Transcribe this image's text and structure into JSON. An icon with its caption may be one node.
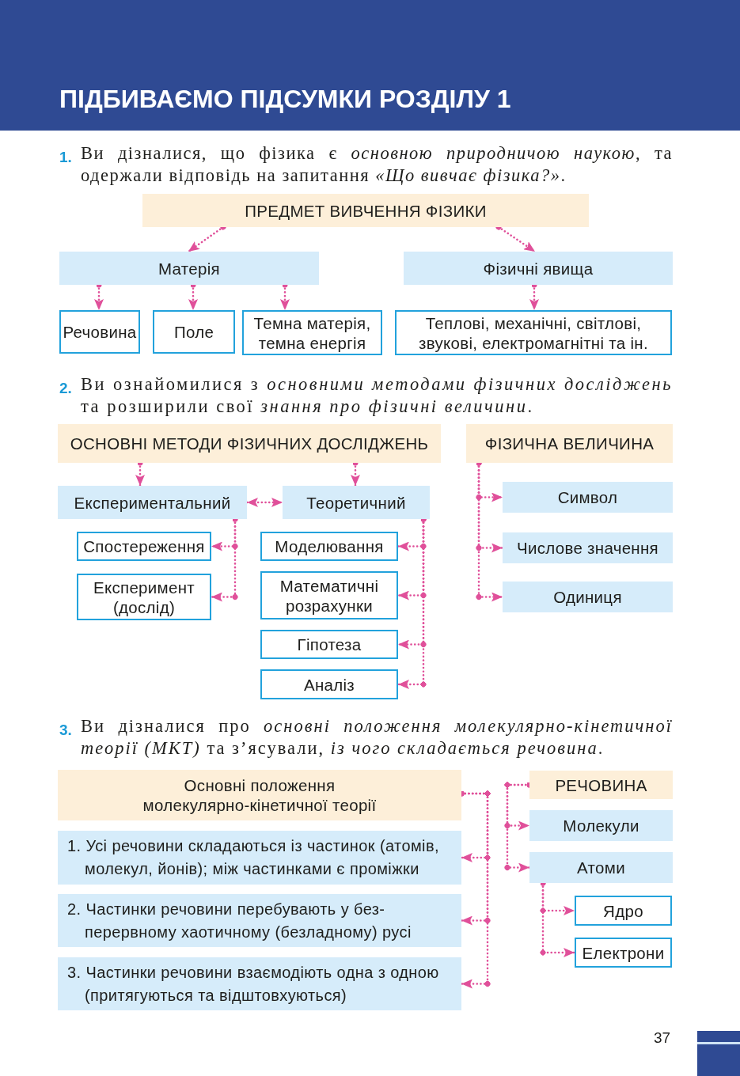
{
  "diagram": {
    "title": "ПІДБИВАЄМО ПІДСУМКИ РОЗДІЛУ 1",
    "nodes": [
      {
        "text": [
          "ПРЕДМЕТ ВИВЧЕННЯ ФІЗИКИ"
        ]
      },
      {
        "text": [
          "Матерія"
        ]
      },
      {
        "text": [
          "Фізичні явища"
        ]
      },
      {
        "text": [
          "Речовина"
        ]
      },
      {
        "text": [
          "Поле"
        ]
      },
      {
        "text": [
          "Темна матерія, темна енергія"
        ]
      },
      {
        "text": [
          "Теплові, механічні, світлові, звукові, електромагнітні та ін."
        ]
      },
      {
        "text": [
          "ОСНОВНІ МЕТОДИ ФІЗИЧНИХ ДОСЛІДЖЕНЬ"
        ]
      },
      {
        "text": [
          "ФІЗИЧНА ВЕЛИЧИНА"
        ]
      },
      {
        "text": [
          "Експериментальний"
        ]
      },
      {
        "text": [
          "Теоретичний"
        ]
      },
      {
        "text": [
          "Спостереження"
        ]
      },
      {
        "text": [
          "Експеримент (дослід)"
        ]
      },
      {
        "text": [
          "Моделювання"
        ]
      },
      {
        "text": [
          "Математичні розрахунки"
        ]
      },
      {
        "text": [
          "Гіпотеза"
        ]
      },
      {
        "text": [
          "Аналіз"
        ]
      },
      {
        "text": [
          "Символ"
        ]
      },
      {
        "text": [
          "Числове значення"
        ]
      },
      {
        "text": [
          "Одиниця"
        ]
      },
      {
        "text": [
          "Основні положення молекулярно-кінетичної теорії"
        ]
      },
      {
        "text": [
          "1. Усі речовини складаються із частинок (атомів, молекул, йонів); між частинками є проміжки"
        ]
      },
      {
        "text": [
          "2. Частинки речовини перебувають у без-перервному хаотичному (безладному) русі"
        ]
      },
      {
        "text": [
          "3. Частинки речовини взаємодіють одна з одною (притягуються та відштовхуються)"
        ]
      },
      {
        "text": [
          "РЕЧОВИНА"
        ]
      },
      {
        "text": [
          "Молекули"
        ]
      },
      {
        "text": [
          "Атоми"
        ]
      },
      {
        "text": [
          "Ядро"
        ]
      },
      {
        "text": [
          "Електрони"
        ]
      }
    ],
    "edges": [
      {
        "from": 0,
        "to": 1,
        "arrow": "to",
        "style": "dashed"
      },
      {
        "from": 0,
        "to": 2,
        "arrow": "to",
        "style": "dashed"
      },
      {
        "from": 1,
        "to": 3,
        "arrow": "to",
        "style": "dashed"
      },
      {
        "from": 1,
        "to": 4,
        "arrow": "to",
        "style": "dashed"
      },
      {
        "from": 1,
        "to": 5,
        "arrow": "to",
        "style": "dashed"
      },
      {
        "from": 2,
        "to": 6,
        "arrow": "to",
        "style": "dashed"
      },
      {
        "from": 7,
        "to": 9,
        "arrow": "to",
        "style": "dashed"
      },
      {
        "from": 7,
        "to": 10,
        "arrow": "to",
        "style": "dashed"
      },
      {
        "from": 9,
        "to": 10,
        "arrow": "both",
        "style": "dashed"
      },
      {
        "from": 9,
        "to": 11,
        "arrow": "to",
        "style": "dashed"
      },
      {
        "from": 9,
        "to": 12,
        "arrow": "to",
        "style": "dashed"
      },
      {
        "from": 10,
        "to": 13,
        "arrow": "to",
        "style": "dashed"
      },
      {
        "from": 10,
        "to": 14,
        "arrow": "to",
        "style": "dashed"
      },
      {
        "from": 10,
        "to": 15,
        "arrow": "to",
        "style": "dashed"
      },
      {
        "from": 10,
        "to": 16,
        "arrow": "to",
        "style": "dashed"
      },
      {
        "from": 8,
        "to": 17,
        "arrow": "to",
        "style": "dashed"
      },
      {
        "from": 8,
        "to": 18,
        "arrow": "to",
        "style": "dashed"
      },
      {
        "from": 8,
        "to": 19,
        "arrow": "to",
        "style": "dashed"
      },
      {
        "from": 20,
        "to": 21,
        "arrow": "to",
        "style": "dashed"
      },
      {
        "from": 20,
        "to": 22,
        "arrow": "to",
        "style": "dashed"
      },
      {
        "from": 20,
        "to": 23,
        "arrow": "to",
        "style": "dashed"
      },
      {
        "from": 24,
        "to": 25,
        "arrow": "to",
        "style": "dashed"
      },
      {
        "from": 24,
        "to": 26,
        "arrow": "to",
        "style": "dashed"
      },
      {
        "from": 26,
        "to": 27,
        "arrow": "to",
        "style": "dashed"
      },
      {
        "from": 26,
        "to": 28,
        "arrow": "to",
        "style": "dashed"
      }
    ],
    "labels": [
      "1.",
      "Ви дізналися, що фізика є *основною природничою наукою*, та одержали відповідь на запитання *«Що вивчає фізика?»*.",
      "2.",
      "Ви ознайомилися з *основними методами фізичних досліджень* та розширили свої *знання про фізичні величини*.",
      "3.",
      "Ви дізналися про *основні положення молекулярно-кінетичної теорії (МКТ)* та з’ясували, *із чого складається речовина*.",
      "37"
    ]
  }
}
